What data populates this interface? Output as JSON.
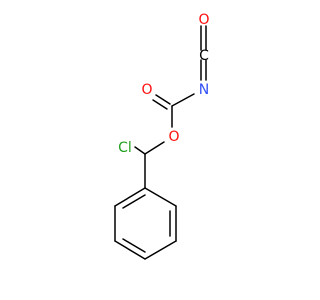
{
  "molecule": {
    "atoms": {
      "oxygen_top": "O",
      "carbon_cumulene": "C",
      "nitrogen": "N",
      "oxygen_carbonyl": "O",
      "oxygen_ester": "O",
      "chlorine": "Cl"
    },
    "colors": {
      "bond": "#000000",
      "oxygen": "#ff0d0d",
      "nitrogen": "#3050f8",
      "chlorine": "#1fa01f",
      "carbon": "#000000"
    }
  }
}
